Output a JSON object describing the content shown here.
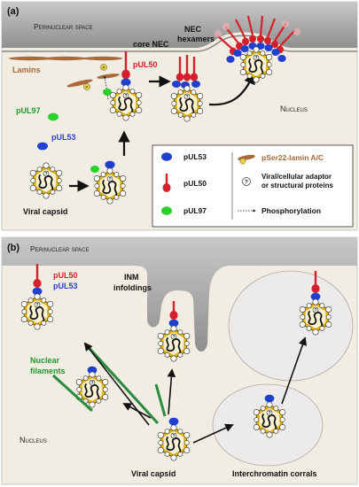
{
  "panel_a": {
    "label": "(a)",
    "perinuclear": "Perinuclear space",
    "lamins": "Lamins",
    "core_nec": "core NEC",
    "nec_hexamers": "NEC\nhexamers",
    "pul50": "pUL50",
    "pul97": "pUL97",
    "pul53": "pUL53",
    "nucleus": "Nucleus",
    "viral_capsid": "Viral capsid",
    "legend": {
      "pul53": "pUL53",
      "pul50": "pUL50",
      "pul97": "pUL97",
      "pser22": "pSer22-lamin A/C",
      "adaptor": "Viral/cellular adaptor\nor structural proteins",
      "phos": "Phosphorylation"
    }
  },
  "panel_b": {
    "label": "(b)",
    "perinuclear": "Perinuclear space",
    "pul50": "pUL50",
    "pul53": "pUL53",
    "inm": "INM\ninfoldings",
    "nuclear_filaments": "Nuclear\nfilaments",
    "nucleus": "Nucleus",
    "viral_capsid": "Viral capsid",
    "corrals": "Interchromatin corrals"
  },
  "colors": {
    "pul53": "#1f3fcf",
    "pul50": "#d4202a",
    "pul97": "#2ad12a",
    "capsid": "#e8b400",
    "lamin": "#a86a3a",
    "text_green": "#1f9a2f",
    "text_blue": "#2a3fcf",
    "text_red": "#d4202a",
    "membrane": "#9c9c9c",
    "nucleus_bg": "#f1ede3",
    "filament": "#2b8a3e"
  }
}
